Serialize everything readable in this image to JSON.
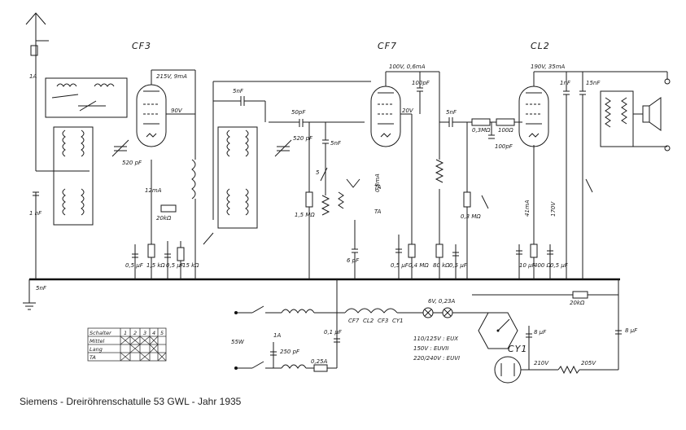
{
  "caption": "Siemens - Dreiröhrenschatulle 53 GWL - Jahr 1935",
  "tubes": {
    "t1": "CF3",
    "t2": "CF7",
    "t3": "CL2",
    "rect": "CY1"
  },
  "labels": {
    "v215": "215V, 9mA",
    "v100": "100V, 0,6mA",
    "v190": "190V, 35mA",
    "v90": "90V",
    "v20": "20V",
    "v170": "170V",
    "m12": "12mA",
    "m41": "41mA",
    "m08": "0,8mA",
    "c5nF_a": "5nF",
    "c50pF": "50pF",
    "c100pF": "100pF",
    "c5nF_b": "5nF",
    "c5nF_c": "5nF",
    "c1nF": "1nF",
    "c15nF": "15nF",
    "r03M": "0,3MΩ",
    "r100": "100Ω",
    "c100pF_b": "100pF",
    "c520": "520 pF",
    "c520b": "520 pF",
    "r20k_a": "20kΩ",
    "r20k_b": "20kΩ",
    "r15M": "1,5 MΩ",
    "r03M_b": "0,3 MΩ",
    "c5": "5",
    "ta": "TA",
    "ta_b": "TA",
    "c1A": "1A",
    "c1nF_b": "1 nF",
    "c5nF_ant": "5nF",
    "w55": "55W",
    "c1A_b": "1A",
    "c250": "250 pF",
    "f025": "0,25A",
    "c01": "0,1 µF",
    "c8uF_a": "8 µF",
    "c8uF_b": "8 µF",
    "l6v": "6V, 0,23A",
    "v210": "210V",
    "v205": "205V",
    "sel1": "110/125V : EUX",
    "sel2": "150V : EUVII",
    "sel3": "220/240V : EUVI",
    "chain": [
      "CF7",
      "CL2",
      "CF3",
      "CY1"
    ],
    "bot": [
      "0,5 µF",
      "1,5 kΩ",
      "0,5 µF",
      "15 kΩ",
      "0,5 µF",
      "0,4 MΩ",
      "80 kΩ",
      "0,5 µF",
      "10 µF",
      "400 Ω",
      "0,5 µF"
    ],
    "cs6": "6 pF",
    "p5nF": "5nF"
  },
  "table": {
    "headers": [
      "Schalter",
      "1",
      "2",
      "3",
      "4",
      "5"
    ],
    "rows": [
      "Mittel",
      "Lang",
      "TA"
    ]
  }
}
